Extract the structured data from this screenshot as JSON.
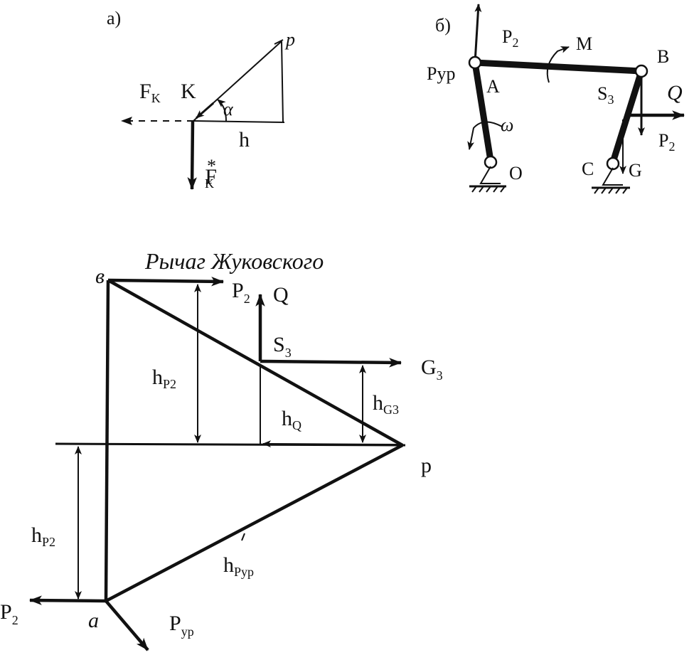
{
  "diagram_a": {
    "panel_label": "а)",
    "point_p": "p",
    "label_fk": "F",
    "label_fk_sub": "K",
    "label_k": "K",
    "label_alpha": "α",
    "label_h": "h",
    "label_fk_star": "F",
    "label_fk_star_sup": "*",
    "label_fk_star_sub": "K"
  },
  "diagram_b": {
    "panel_label": "б)",
    "label_p2_top": "P",
    "label_p2_top_sub": "2",
    "label_m": "M",
    "label_b": "B",
    "label_pur": "Pур",
    "label_a": "A",
    "label_s3": "S",
    "label_s3_sub": "3",
    "label_q": "Q",
    "label_omega": "ω",
    "label_p2_right": "P",
    "label_p2_right_sub": "2",
    "label_o": "O",
    "label_c": "C",
    "label_g": "G"
  },
  "lever": {
    "title": "Рычаг Жуковского",
    "point_b": "в",
    "point_a": "а",
    "point_p": "p",
    "label_p2_top": "P",
    "label_p2_top_sub": "2",
    "label_q": "Q",
    "label_s3": "S",
    "label_s3_sub": "3",
    "label_g3": "G",
    "label_g3_sub": "3",
    "label_hp2_upper": "h",
    "label_hp2_upper_sub": "P2",
    "label_hq": "h",
    "label_hq_sub": "Q",
    "label_hg3": "h",
    "label_hg3_sub": "G3",
    "label_hp2_lower": "h",
    "label_hp2_lower_sub": "P2",
    "label_hpur": "h",
    "label_hpur_sub": "Pур",
    "label_p2_left": "P",
    "label_p2_left_sub": "2",
    "label_pur": "P",
    "label_pur_sub": "ур"
  }
}
